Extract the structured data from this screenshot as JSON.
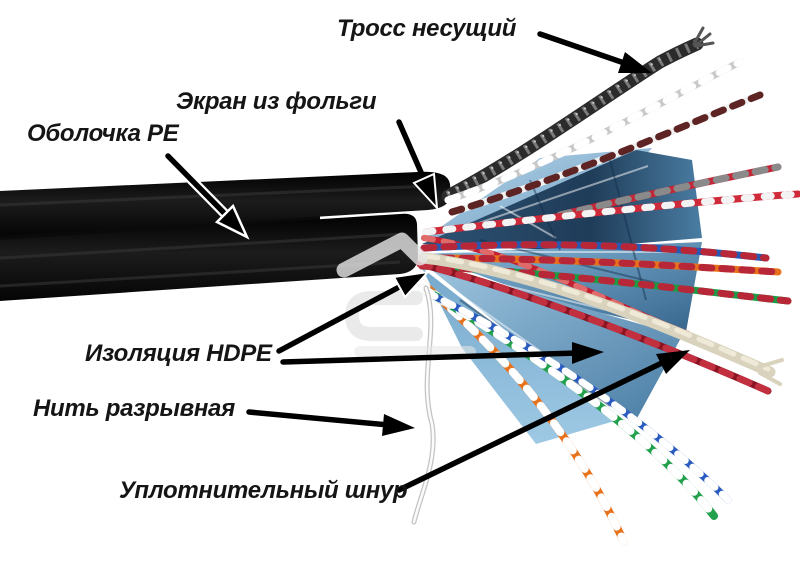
{
  "figure": {
    "background_color": "#ffffff",
    "label_text_color": "#151515",
    "arrow_color": "#000000",
    "labels": {
      "messenger": "Тросс несущий",
      "foil_shield": "Экран из фольги",
      "jacket_pe": "Оболочка PE",
      "insulation_hdpe": "Изоляция HDPE",
      "rip_cord": "Нить разрывная",
      "sealing_cord": "Уплотнительный шнур"
    },
    "photo_colors": {
      "jacket": "#0f0f0f",
      "foil_shield": "#6f9fc2",
      "messenger_wire": "#3a3a3a",
      "sealing_cord": "#d9d2bd",
      "rip_cord": "#f2f2f2"
    }
  }
}
